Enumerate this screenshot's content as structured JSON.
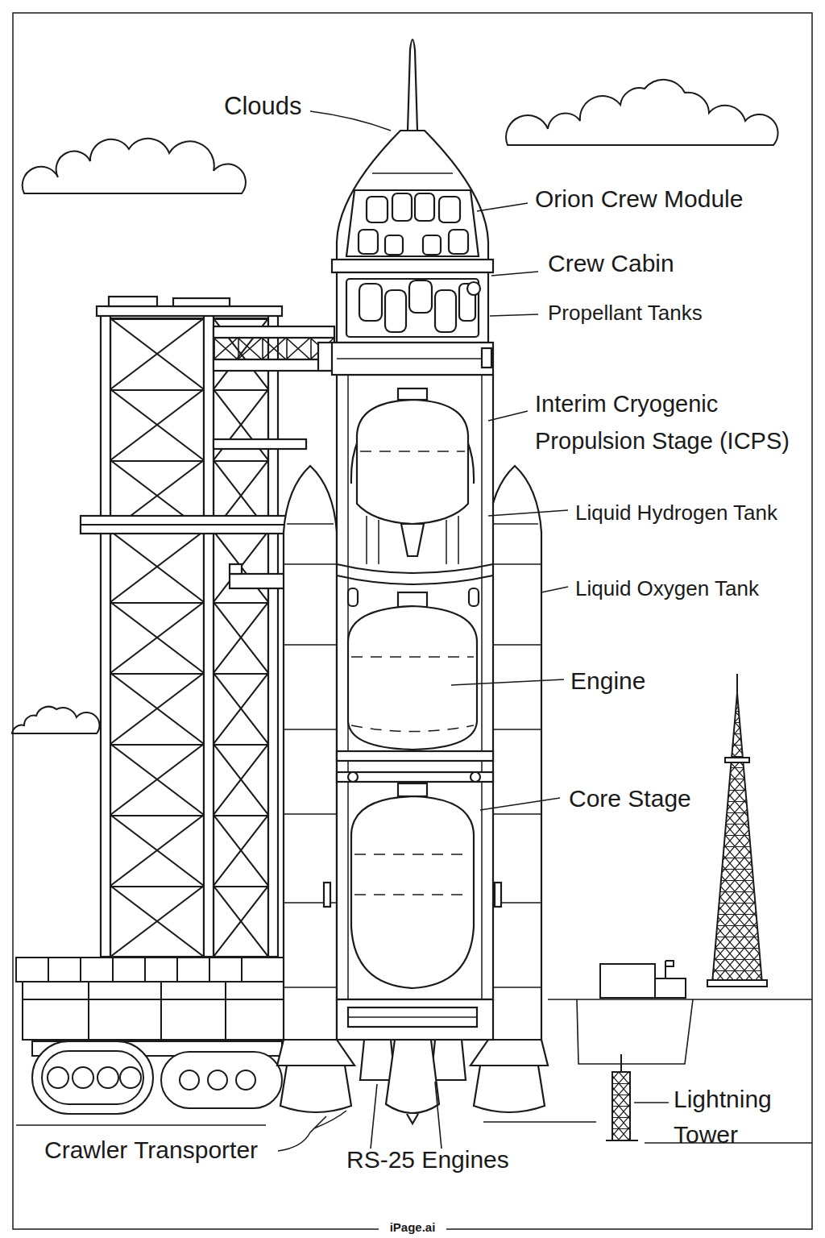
{
  "diagram": {
    "labels": [
      "Clouds",
      "Orion Crew Module",
      "Crew Cabin",
      "Propellant Tanks",
      "Interim Cryogenic Propulsion Stage (ICPS)",
      "Liquid Hydrogen Tank",
      "Liquid Oxygen Tank",
      "Engine",
      "Core Stage",
      "Lightning Tower",
      "Crawler Transporter",
      "RS-25 Engines",
      "iPage.ai"
    ]
  }
}
